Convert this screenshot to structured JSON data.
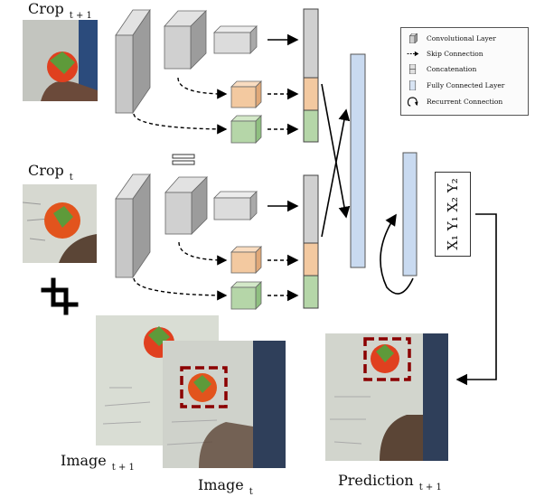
{
  "labels": {
    "crop_t1": {
      "main": "Crop",
      "sub": "t + 1"
    },
    "crop_t": {
      "main": "Crop",
      "sub": "t"
    },
    "image_t1": {
      "main": "Image",
      "sub": "t + 1"
    },
    "image_t": {
      "main": "Image",
      "sub": "t"
    },
    "prediction_t1": {
      "main": "Prediction",
      "sub": "t + 1"
    }
  },
  "legend": {
    "items": [
      {
        "icon": "conv-layer-icon",
        "text": "Convolutional Layer"
      },
      {
        "icon": "skip-arrow-icon",
        "text": "Skip Connection"
      },
      {
        "icon": "concat-icon",
        "text": "Concatenation"
      },
      {
        "icon": "fc-layer-icon",
        "text": "Fully Connected Layer"
      },
      {
        "icon": "recurrent-icon",
        "text": "Recurrent Connection"
      }
    ]
  },
  "output": {
    "text": "X₁ Y₁ X₂ Y₂"
  },
  "colors": {
    "layer_grey": "#c8c8c8",
    "orange_block": "#f3c9a0",
    "green_block": "#b5d6a8",
    "fc_blue": "#c9daf0",
    "bbox_red": "#8b0000"
  }
}
